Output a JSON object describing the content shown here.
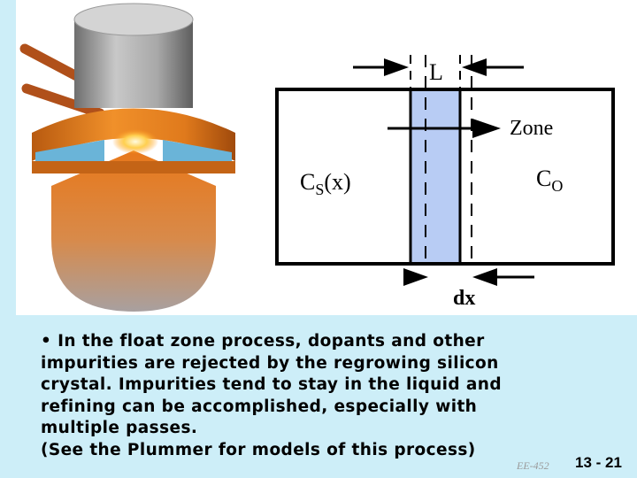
{
  "diagram": {
    "zone_width_label": "L",
    "zone_label": "Zone",
    "left_concentration_base": "C",
    "left_concentration_sub": "S",
    "left_concentration_arg": "(x)",
    "right_concentration_base": "C",
    "right_concentration_sub": "O",
    "step_label": "dx",
    "colors": {
      "zone_fill": "#b8ccf4",
      "background": "#cdeef8",
      "heater_orange": "#e8781a",
      "rod_grey": "#9a9a9a"
    }
  },
  "caption": {
    "lines": [
      "• In the float zone process, dopants and other",
      "impurities are rejected by the regrowing silicon",
      "crystal. Impurities tend to stay in the liquid and",
      "refining can be accomplished, especially with",
      "multiple passes.",
      "(See the Plummer for models of this process)"
    ]
  },
  "footer": {
    "course": "EE-452",
    "page": "13 - 21"
  }
}
